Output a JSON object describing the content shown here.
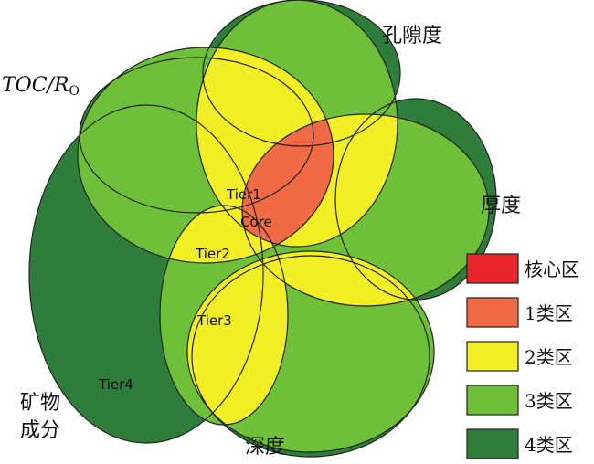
{
  "factors": {
    "porosity": "孔隙度",
    "toc_main": "TOC/",
    "toc_r": "R",
    "toc_sub": "O",
    "thickness": "厚度",
    "mineral_line1": "矿物",
    "mineral_line2": "成分",
    "depth": "深度"
  },
  "tiers": {
    "core": "Core",
    "tier1": "Tier1",
    "tier2": "Tier2",
    "tier3": "Tier3",
    "tier4": "Tier4"
  },
  "legend": [
    {
      "label": "核心区",
      "color": "#e8262b"
    },
    {
      "label": "1类区",
      "color": "#ef6a45"
    },
    {
      "label": "2类区",
      "color": "#f2ef27"
    },
    {
      "label": "3类区",
      "color": "#6ec038"
    },
    {
      "label": "4类区",
      "color": "#2e7d3a"
    }
  ],
  "colors": {
    "outline": "#222222"
  }
}
